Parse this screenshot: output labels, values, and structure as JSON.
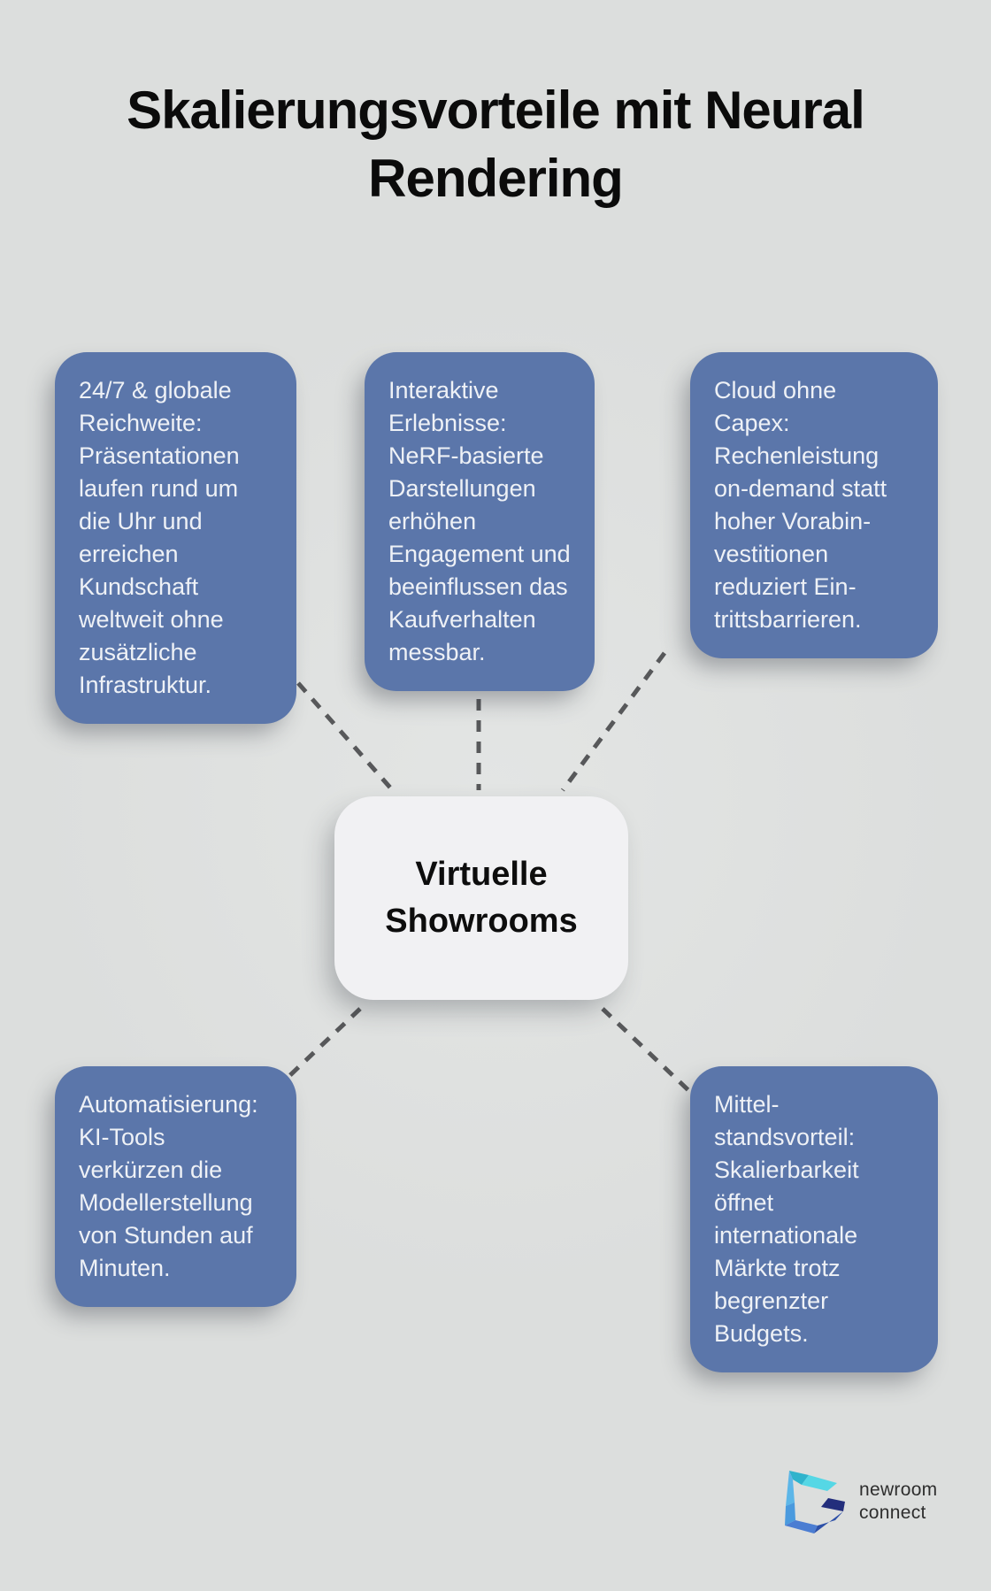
{
  "title": "Skalierungsvorteile mit Neural\nRendering",
  "center_node": {
    "label": "Virtuelle\nShowrooms"
  },
  "nodes": [
    {
      "name": "global-reach",
      "text": "24/7 & globale\nReichweite:\nPräsentationen\nlaufen rund um\ndie Uhr und\nerreichen\nKundschaft\nweltweit ohne\nzusätzliche\nInfrastruktur."
    },
    {
      "name": "interactive-experiences",
      "text": "Interaktive\nErlebnisse:\nNeRF-basierte\nDarstellungen\nerhöhen\nEngagement und\nbeeinflussen das\nKaufverhalten\nmessbar."
    },
    {
      "name": "cloud-no-capex",
      "text": "Cloud ohne\nCapex:\nRechenleistung\non-demand statt\nhoher Vorabin-\nvestitionen\nreduziert Ein-\ntrittsbarrieren."
    },
    {
      "name": "automation",
      "text": "Automatisierung:\nKI-Tools\nverkürzen die\nModellerstellung\nvon Stunden auf\nMinuten."
    },
    {
      "name": "mittelstand-advantage",
      "text": "Mittel-\nstandsvorteil:\nSkalierbarkeit\nöffnet\ninternationale\nMärkte trotz\nbegrenzter\nBudgets."
    }
  ],
  "logo": {
    "name_line1": "newroom",
    "name_line2": "connect"
  },
  "colors": {
    "background": "#dcdedd",
    "node_bg": "#5b76aa",
    "node_text": "#eef1f6",
    "center_bg": "#f1f1f3",
    "center_text": "#0d0d0d",
    "connector": "#57585a",
    "title": "#0b0b0b"
  }
}
